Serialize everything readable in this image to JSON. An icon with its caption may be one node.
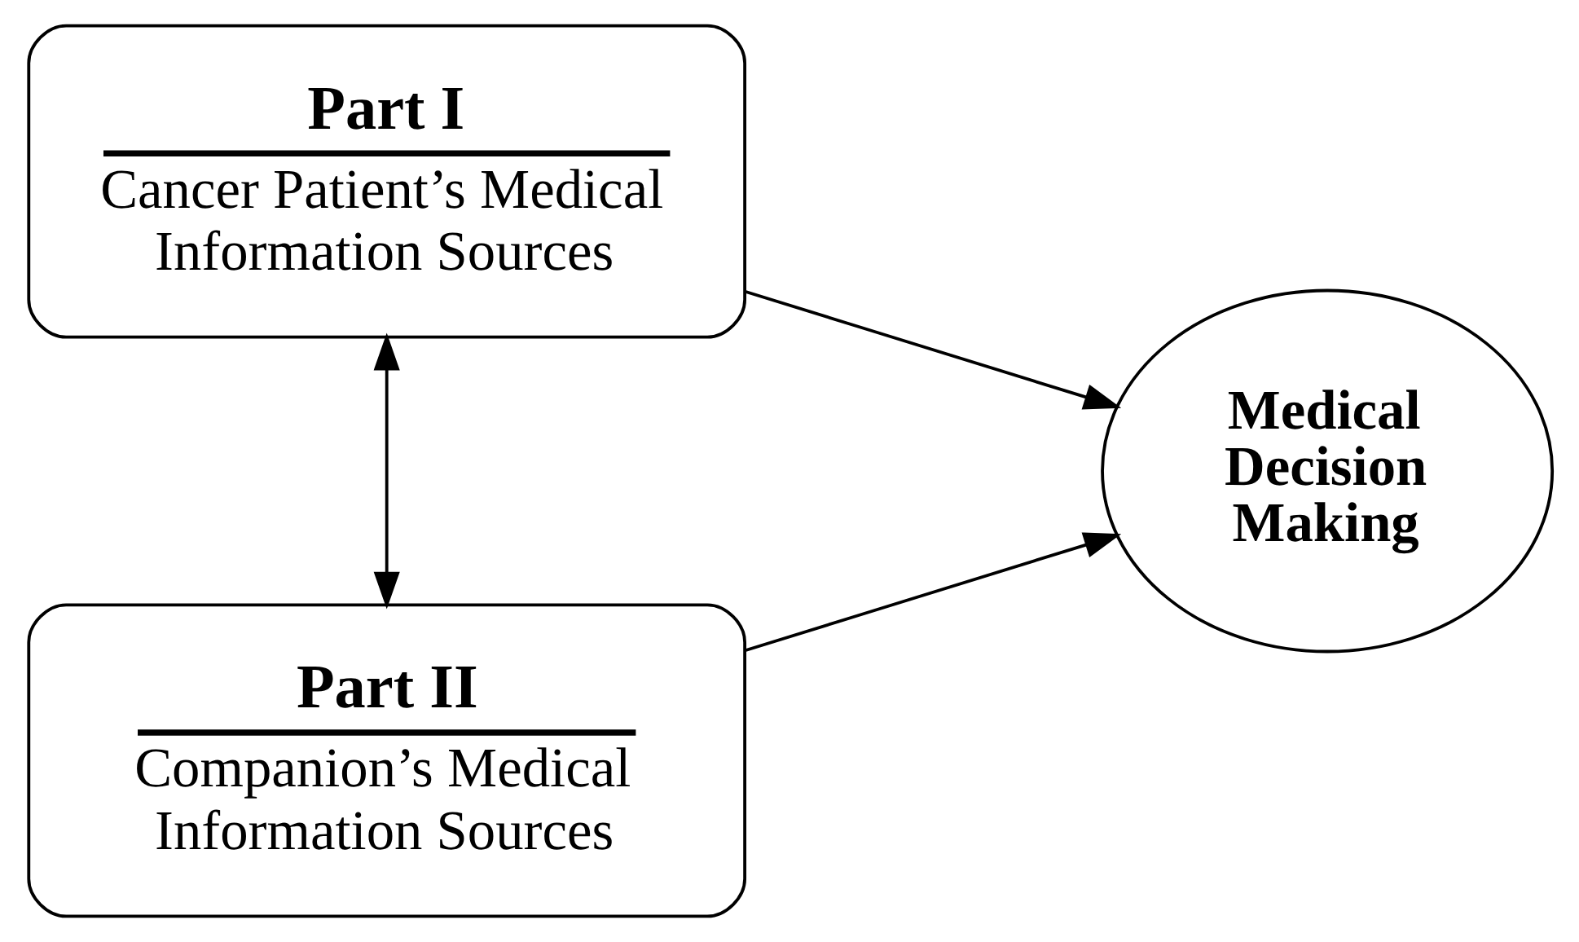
{
  "diagram": {
    "nodes": [
      {
        "text": [
          "Part I",
          "Cancer Patient’s Medical Information Sources"
        ]
      },
      {
        "text": [
          "Part II",
          "Companion’s Medical Information Sources"
        ]
      },
      {
        "text": [
          "Medical Decision Making"
        ]
      }
    ],
    "edges": [
      {
        "from": 0,
        "to": 2,
        "arrow": "to"
      },
      {
        "from": 1,
        "to": 2,
        "arrow": "to"
      },
      {
        "from": 0,
        "to": 1,
        "arrow": "both"
      }
    ]
  }
}
